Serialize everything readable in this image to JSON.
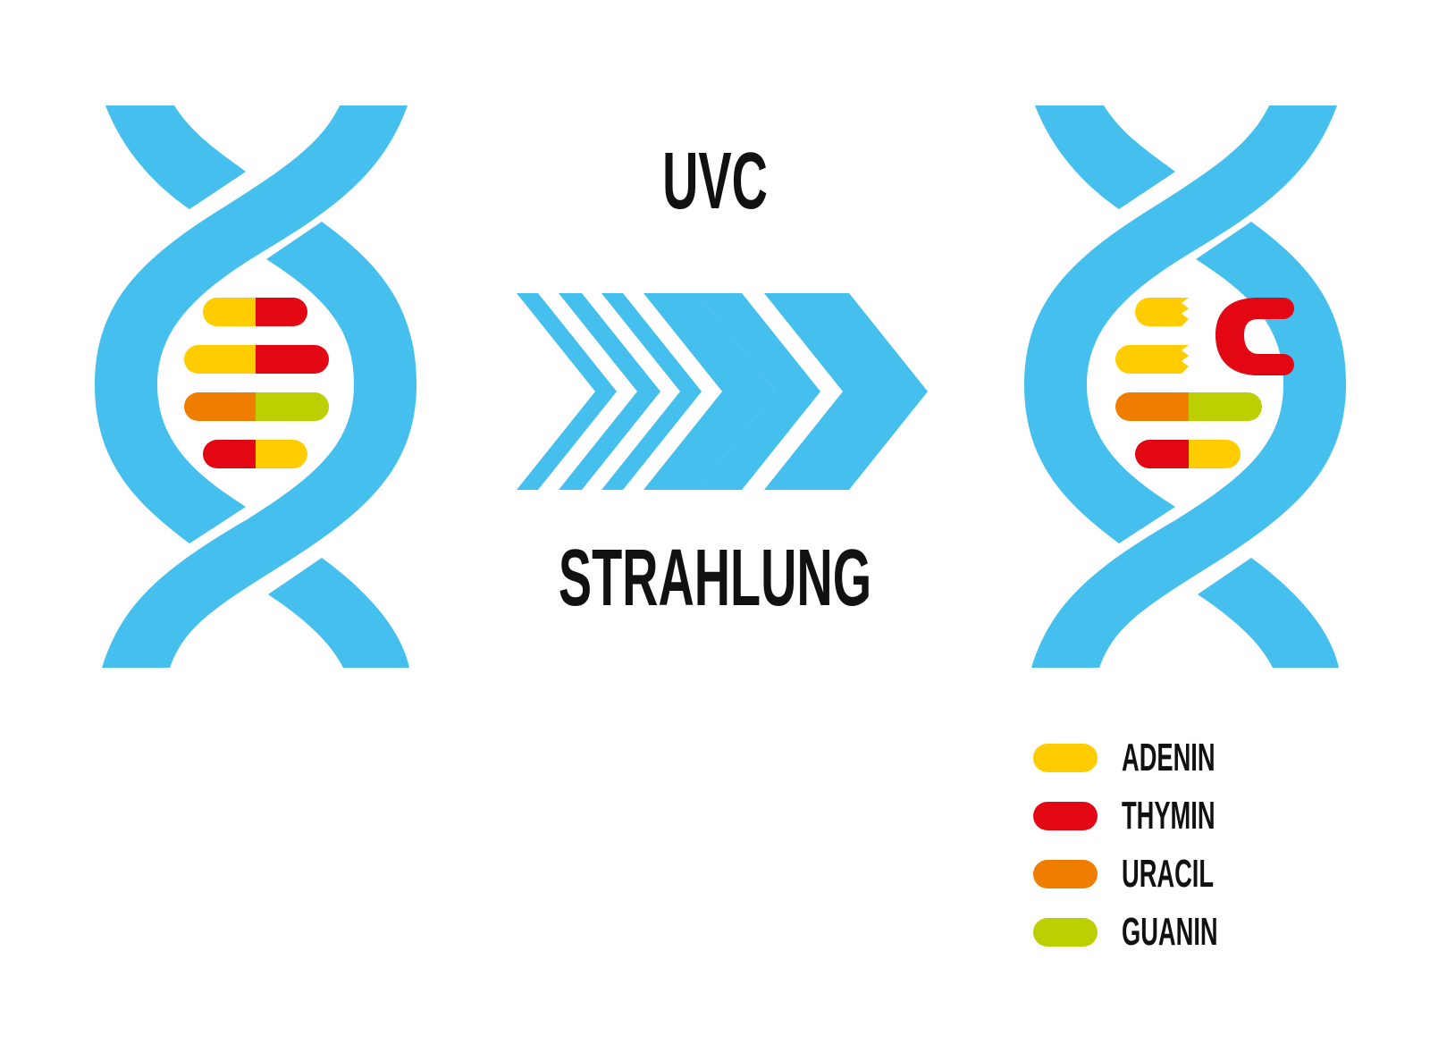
{
  "labels": {
    "top": "UVC",
    "bottom": "STRAHLUNG"
  },
  "legend": [
    {
      "name": "ADENIN",
      "color": "#FFCC00"
    },
    {
      "name": "THYMIN",
      "color": "#E30613"
    },
    {
      "name": "URACIL",
      "color": "#EF7D00"
    },
    {
      "name": "GUANIN",
      "color": "#BCCF00"
    }
  ],
  "colors": {
    "helix": "#45BFEE",
    "dimer": "#E30613",
    "background": "#FFFFFF"
  },
  "dna_before": {
    "base_pairs": [
      [
        "ADENIN",
        "THYMIN"
      ],
      [
        "ADENIN",
        "THYMIN"
      ],
      [
        "URACIL",
        "GUANIN"
      ],
      [
        "THYMIN",
        "ADENIN"
      ]
    ]
  },
  "dna_after": {
    "base_pairs": [
      [
        "ADENIN",
        "broken"
      ],
      [
        "ADENIN",
        "broken"
      ],
      [
        "URACIL",
        "GUANIN"
      ],
      [
        "THYMIN",
        "ADENIN"
      ]
    ],
    "dimer": "thymine-dimer"
  },
  "arrow": {
    "icon": "chevron-arrow-icon",
    "chevrons": 6
  }
}
